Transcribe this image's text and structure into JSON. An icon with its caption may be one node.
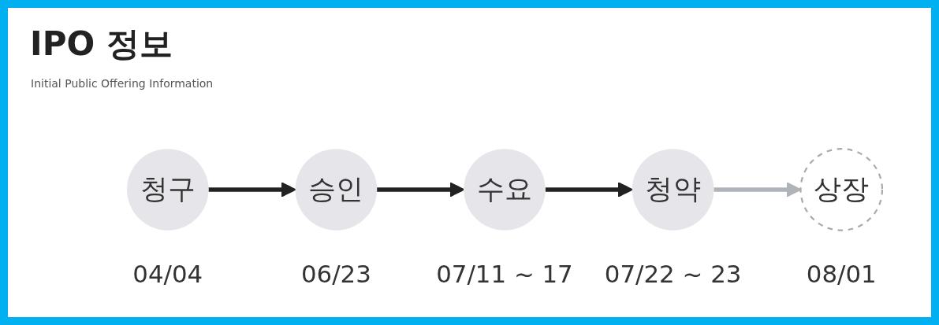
{
  "diagram": {
    "title": "IPO 정보",
    "caption": "Initial Public Offering Information",
    "nodes": [
      {
        "text": [
          "청구"
        ],
        "beside": [
          "04/04"
        ]
      },
      {
        "text": [
          "승인"
        ],
        "beside": [
          "06/23"
        ]
      },
      {
        "text": [
          "수요"
        ],
        "beside": [
          "07/11 ~ 17"
        ]
      },
      {
        "text": [
          "청약"
        ],
        "beside": [
          "07/22 ~ 23"
        ]
      },
      {
        "text": [
          "상장"
        ],
        "beside": [
          "08/01"
        ]
      }
    ],
    "edges": [
      {
        "from": 0,
        "to": 1,
        "arrow": "to"
      },
      {
        "from": 1,
        "to": 2,
        "arrow": "to"
      },
      {
        "from": 2,
        "to": 3,
        "arrow": "to"
      },
      {
        "from": 3,
        "to": 4,
        "arrow": "to",
        "color": "#b0b4ba"
      }
    ]
  }
}
